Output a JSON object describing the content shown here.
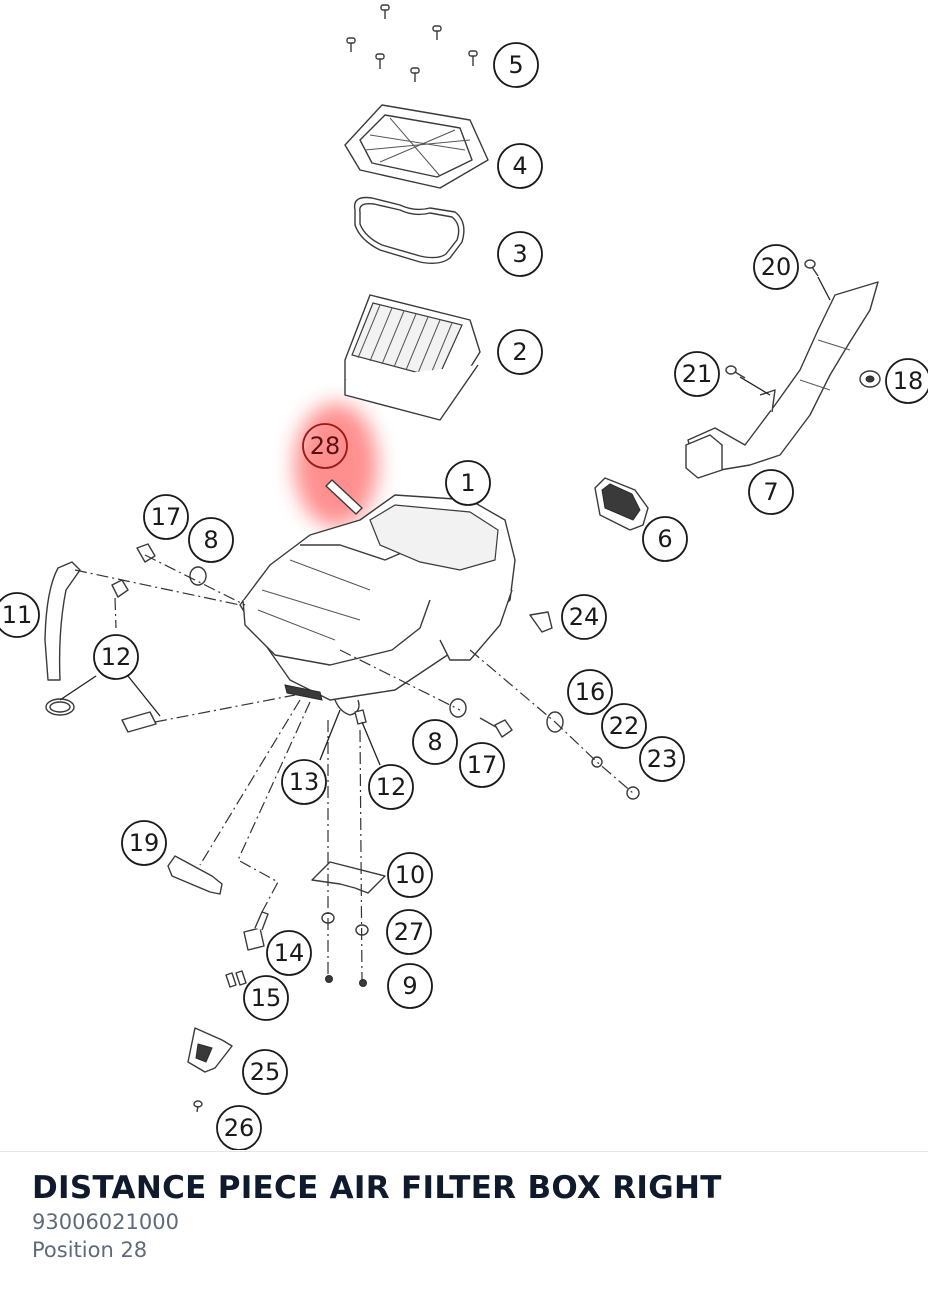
{
  "part": {
    "title": "DISTANCE PIECE AIR FILTER BOX RIGHT",
    "number": "93006021000",
    "position": "Position 28"
  },
  "callouts": [
    "1",
    "2",
    "3",
    "4",
    "5",
    "6",
    "7",
    "8",
    "8",
    "9",
    "10",
    "11",
    "12",
    "12",
    "13",
    "14",
    "15",
    "16",
    "17",
    "17",
    "18",
    "19",
    "20",
    "21",
    "22",
    "23",
    "24",
    "25",
    "26",
    "27",
    "28"
  ],
  "selected_callout": "28",
  "colors": {
    "highlight": "#ff6b6b",
    "title": "#0f1a2c",
    "meta": "#5f6b7a"
  }
}
